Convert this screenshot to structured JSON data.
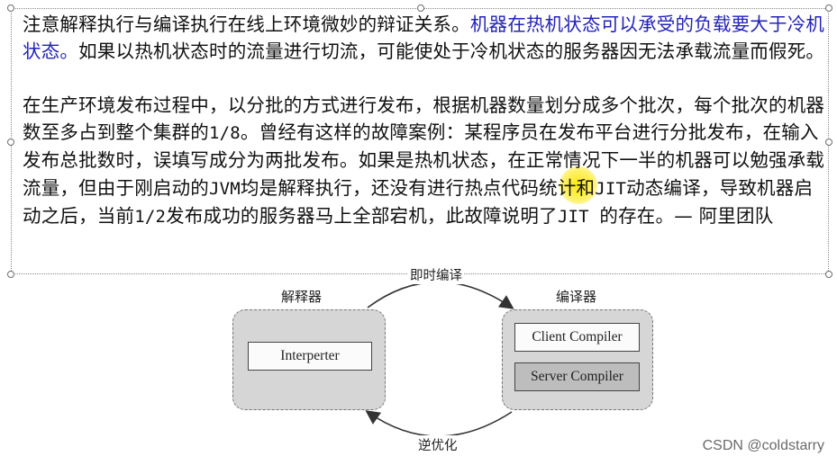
{
  "slide": {
    "paragraph1": {
      "part1": "注意解释执行与编译执行在线上环境微妙的辩证关系。",
      "highlight": "机器在热机状态可以承受的负载要大于冷机状态。",
      "part2": "如果以热机状态时的流量进行切流，可能使处于冷机状态的服务器因无法承载流量而假死。"
    },
    "paragraph2": {
      "a": "在生产环境发布过程中，以分批的方式进行发布，根据机器数量划分成多个批次，每个批次的机器数至多占到整个集群的",
      "b": "1/8",
      "c": "。曾经有这样的故障案例：某程序员在发布平台进行分批发布，在输入发布总批数时，误填写成分为两批发布。如果是热机状态，在正常情况下一半的机器可以勉强承载流量，但由于刚启动的",
      "d": "JVM",
      "e": "均是解释执行，还没有进行热点代码统计和",
      "f": "JIT",
      "g": "动态编译，导致机器启动之后，当前",
      "h": "1/2",
      "i": "发布成功的服务器马上全部宕机，此故障说明了",
      "j": "JIT ",
      "k": "的存在。— 阿里团队"
    }
  },
  "diagram": {
    "interpreter_group_label": "解释器",
    "interpreter_box": "Interperter",
    "compiler_group_label": "编译器",
    "client_compiler": "Client Compiler",
    "server_compiler": "Server Compiler",
    "top_arrow_label": "即时编译",
    "bottom_arrow_label": "逆优化"
  },
  "watermark": "CSDN @coldstarry",
  "colors": {
    "highlight_text": "#2323b8",
    "group_fill": "#d6d6d6",
    "server_box_fill": "#bdbdbd",
    "pointer": "#ffe600"
  }
}
